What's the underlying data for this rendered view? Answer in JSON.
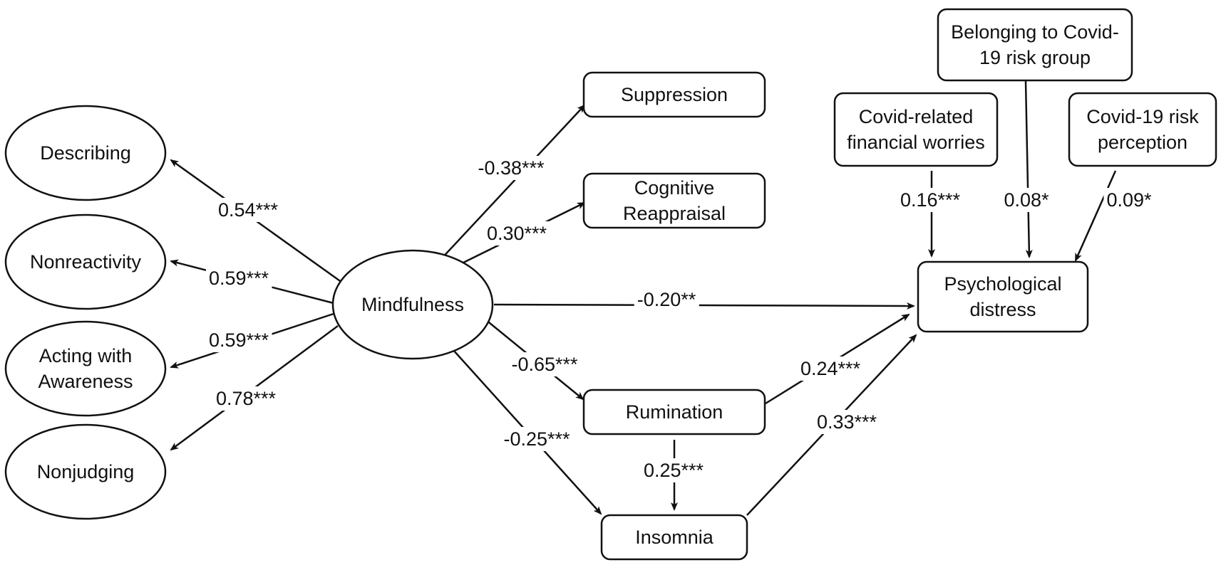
{
  "nodes": {
    "describing": {
      "label": "Describing",
      "shape": "ellipse"
    },
    "nonreactivity": {
      "label": "Nonreactivity",
      "shape": "ellipse"
    },
    "acting_with_awareness": {
      "label": "Acting with Awareness",
      "lines": [
        "Acting with",
        "Awareness"
      ],
      "shape": "ellipse"
    },
    "nonjudging": {
      "label": "Nonjudging",
      "shape": "ellipse"
    },
    "mindfulness": {
      "label": "Mindfulness",
      "shape": "ellipse"
    },
    "suppression": {
      "label": "Suppression",
      "shape": "rect"
    },
    "cognitive_reappraisal": {
      "label": "Cognitive Reappraisal",
      "lines": [
        "Cognitive",
        "Reappraisal"
      ],
      "shape": "rect"
    },
    "rumination": {
      "label": "Rumination",
      "shape": "rect"
    },
    "insomnia": {
      "label": "Insomnia",
      "shape": "rect"
    },
    "psychological_distress": {
      "label": "Psychological distress",
      "lines": [
        "Psychological",
        "distress"
      ],
      "shape": "rect"
    },
    "covid_financial_worries": {
      "label": "Covid-related financial worries",
      "lines": [
        "Covid-related",
        "financial worries"
      ],
      "shape": "rect"
    },
    "covid_risk_group": {
      "label": "Belonging to Covid-19 risk group",
      "lines": [
        "Belonging to Covid-",
        "19 risk group"
      ],
      "shape": "rect"
    },
    "covid_risk_perception": {
      "label": "Covid-19 risk perception",
      "lines": [
        "Covid-19 risk",
        "perception"
      ],
      "shape": "rect"
    }
  },
  "edges": [
    {
      "id": "mindfulness-describing",
      "from": "mindfulness",
      "to": "describing",
      "label": "0.54***"
    },
    {
      "id": "mindfulness-nonreactivity",
      "from": "mindfulness",
      "to": "nonreactivity",
      "label": "0.59***"
    },
    {
      "id": "mindfulness-acting",
      "from": "mindfulness",
      "to": "acting_with_awareness",
      "label": "0.59***"
    },
    {
      "id": "mindfulness-nonjudging",
      "from": "mindfulness",
      "to": "nonjudging",
      "label": "0.78***"
    },
    {
      "id": "mindfulness-suppression",
      "from": "mindfulness",
      "to": "suppression",
      "label": "-0.38***"
    },
    {
      "id": "mindfulness-reappraisal",
      "from": "mindfulness",
      "to": "cognitive_reappraisal",
      "label": "0.30***"
    },
    {
      "id": "mindfulness-distress",
      "from": "mindfulness",
      "to": "psychological_distress",
      "label": "-0.20**"
    },
    {
      "id": "mindfulness-rumination",
      "from": "mindfulness",
      "to": "rumination",
      "label": "-0.65***"
    },
    {
      "id": "mindfulness-insomnia",
      "from": "mindfulness",
      "to": "insomnia",
      "label": "-0.25***"
    },
    {
      "id": "rumination-insomnia",
      "from": "rumination",
      "to": "insomnia",
      "label": "0.25***"
    },
    {
      "id": "rumination-distress",
      "from": "rumination",
      "to": "psychological_distress",
      "label": "0.24***"
    },
    {
      "id": "insomnia-distress",
      "from": "insomnia",
      "to": "psychological_distress",
      "label": "0.33***"
    },
    {
      "id": "financial-distress",
      "from": "covid_financial_worries",
      "to": "psychological_distress",
      "label": "0.16***"
    },
    {
      "id": "riskgroup-distress",
      "from": "covid_risk_group",
      "to": "psychological_distress",
      "label": "0.08*"
    },
    {
      "id": "riskperception-distress",
      "from": "covid_risk_perception",
      "to": "psychological_distress",
      "label": "0.09*"
    }
  ]
}
